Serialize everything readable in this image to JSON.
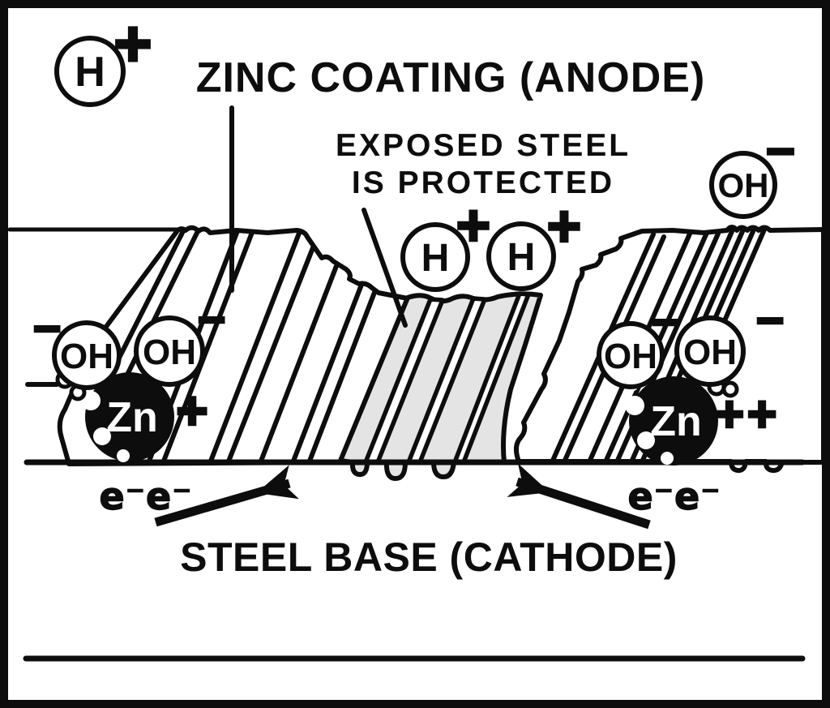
{
  "title": "ZINC COATING (ANODE)",
  "subtitle": {
    "line1": "EXPOSED STEEL",
    "line2": "IS PROTECTED"
  },
  "base_label": "STEEL BASE (CATHODE)",
  "labels": {
    "hydrogen": "H",
    "hydroxide": "OH",
    "zinc": "Zn"
  },
  "charges": {
    "plus": "+",
    "minus": "−",
    "double_plus": "++"
  },
  "electrons": {
    "left": "e⁻e⁻",
    "right": "e⁻e⁻"
  },
  "colors": {
    "ink": "#0d0d0d",
    "exposed_steel_gray": "#e4e4e4",
    "background": "#ffffff"
  }
}
